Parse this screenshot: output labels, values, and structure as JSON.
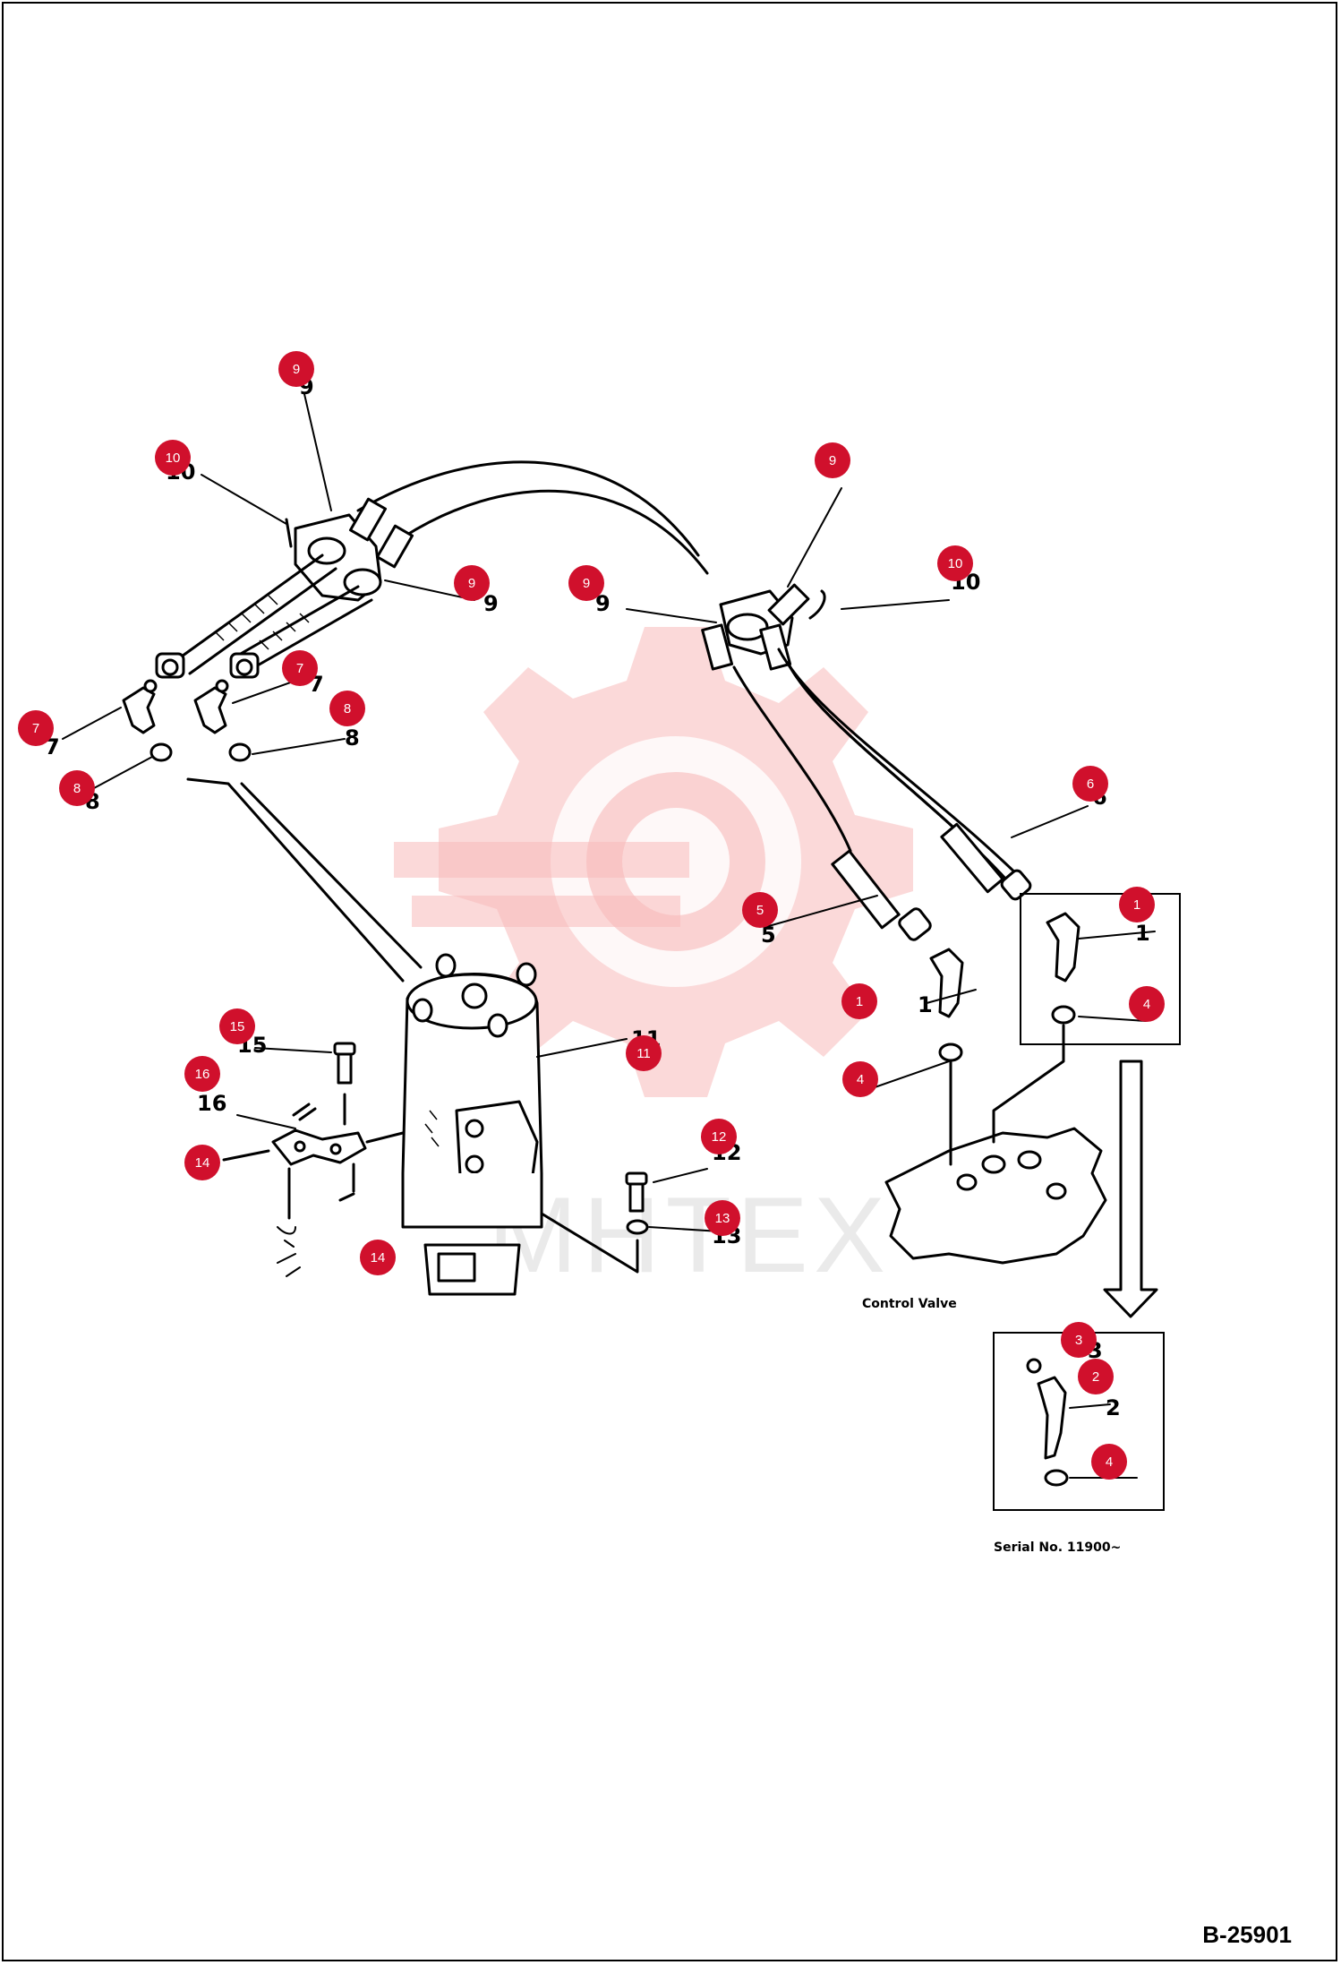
{
  "document_id": "B-25901",
  "annotations": {
    "control_valve": "Control Valve",
    "serial_no": "Serial No. 11900~"
  },
  "watermark": {
    "text": "MHTEX",
    "color": "#f7b9b9"
  },
  "badge_color": "#d0102c",
  "callouts": [
    "9",
    "10",
    "9",
    "9",
    "9",
    "10",
    "7",
    "7",
    "8",
    "8",
    "6",
    "5",
    "1",
    "1",
    "4",
    "4",
    "11",
    "15",
    "16",
    "14",
    "14",
    "12",
    "13",
    "3",
    "2",
    "4"
  ],
  "handwritten_labels": [
    "9",
    "10",
    "9",
    "9",
    "10",
    "7",
    "7",
    "8",
    "8",
    "6",
    "5",
    "1",
    "1",
    "11",
    "15",
    "16",
    "12",
    "13",
    "3",
    "2"
  ]
}
